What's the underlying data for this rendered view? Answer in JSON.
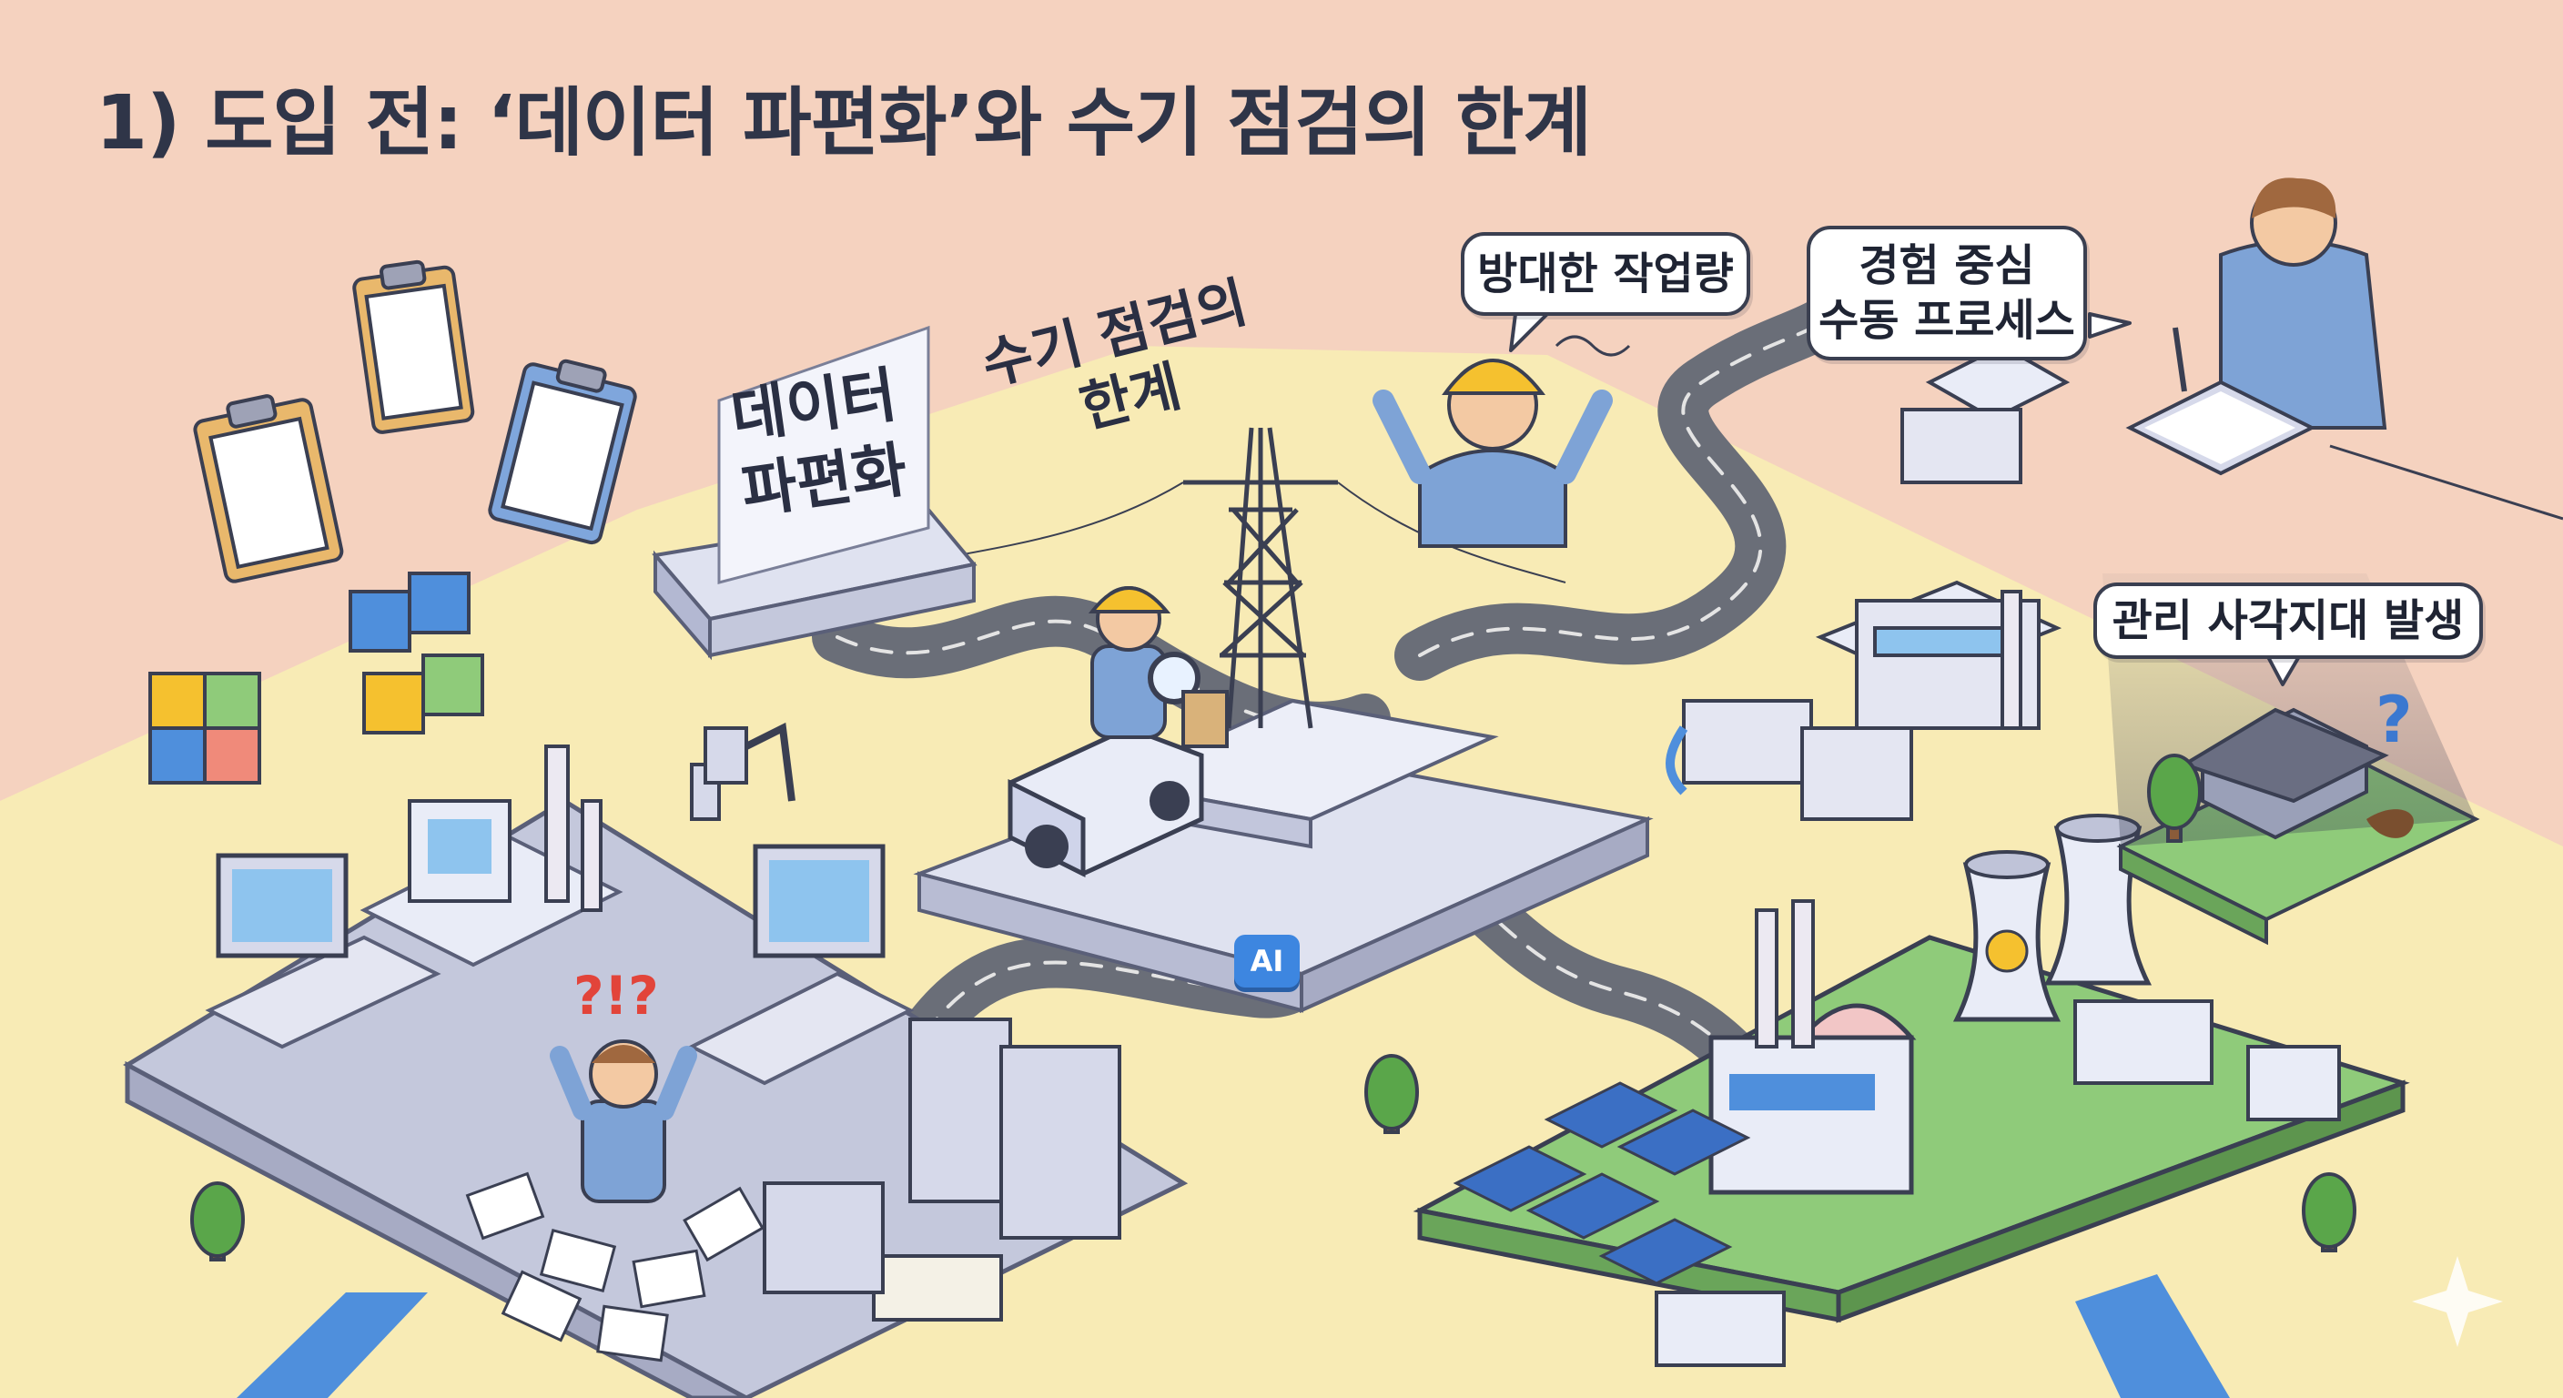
{
  "title": "1) 도입 전: ‘데이터 파편화’와 수기 점검의 한계",
  "sign_label": [
    "데이터",
    "파편화"
  ],
  "manual_label": [
    "수기 점검의",
    "한계"
  ],
  "bubbles": {
    "workload": "방대한 작업량",
    "experience": [
      "경험 중심",
      "수동 프로세스"
    ],
    "blindspot": "관리 사각지대 발생"
  },
  "ai_badge": "AI",
  "confusion_marks": "?!?",
  "blindspot_mark": "?",
  "colors": {
    "background_peach": "#f5d2bf",
    "background_yellow": "#f8ebb5",
    "office_platform": "#c4c8dc",
    "energy_platform": "#8fcb7a",
    "road": "#6a6e78",
    "accent_blue": "#3d86e0",
    "helmet": "#f5c12f"
  }
}
